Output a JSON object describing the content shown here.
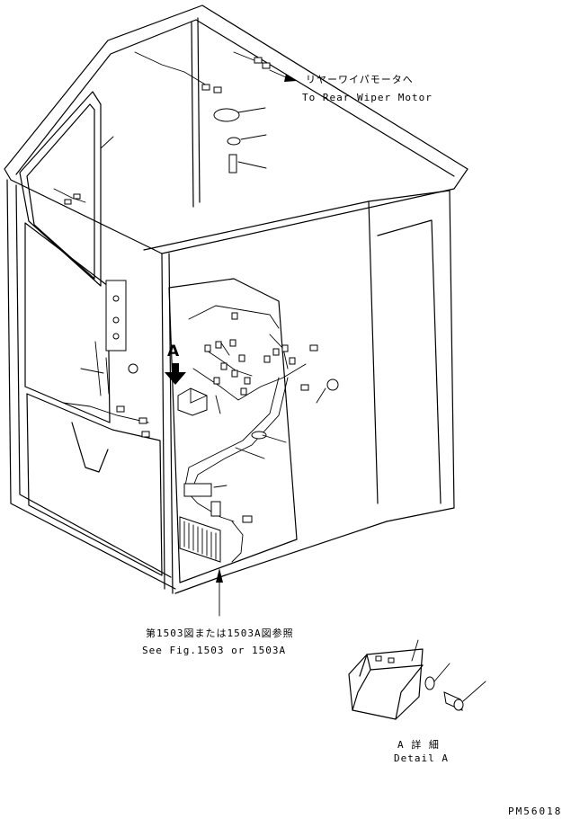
{
  "callouts": {
    "rear_wiper_jp": "リヤーワイパモータへ",
    "rear_wiper_en": "To Rear Wiper Motor",
    "see_fig_jp": "第1503図または1503A図参照",
    "see_fig_en": "See Fig.1503 or 1503A",
    "view_marker": "A",
    "detail_jp": "A 詳 細",
    "detail_en": "Detail A"
  },
  "drawing_number": "PM56018"
}
